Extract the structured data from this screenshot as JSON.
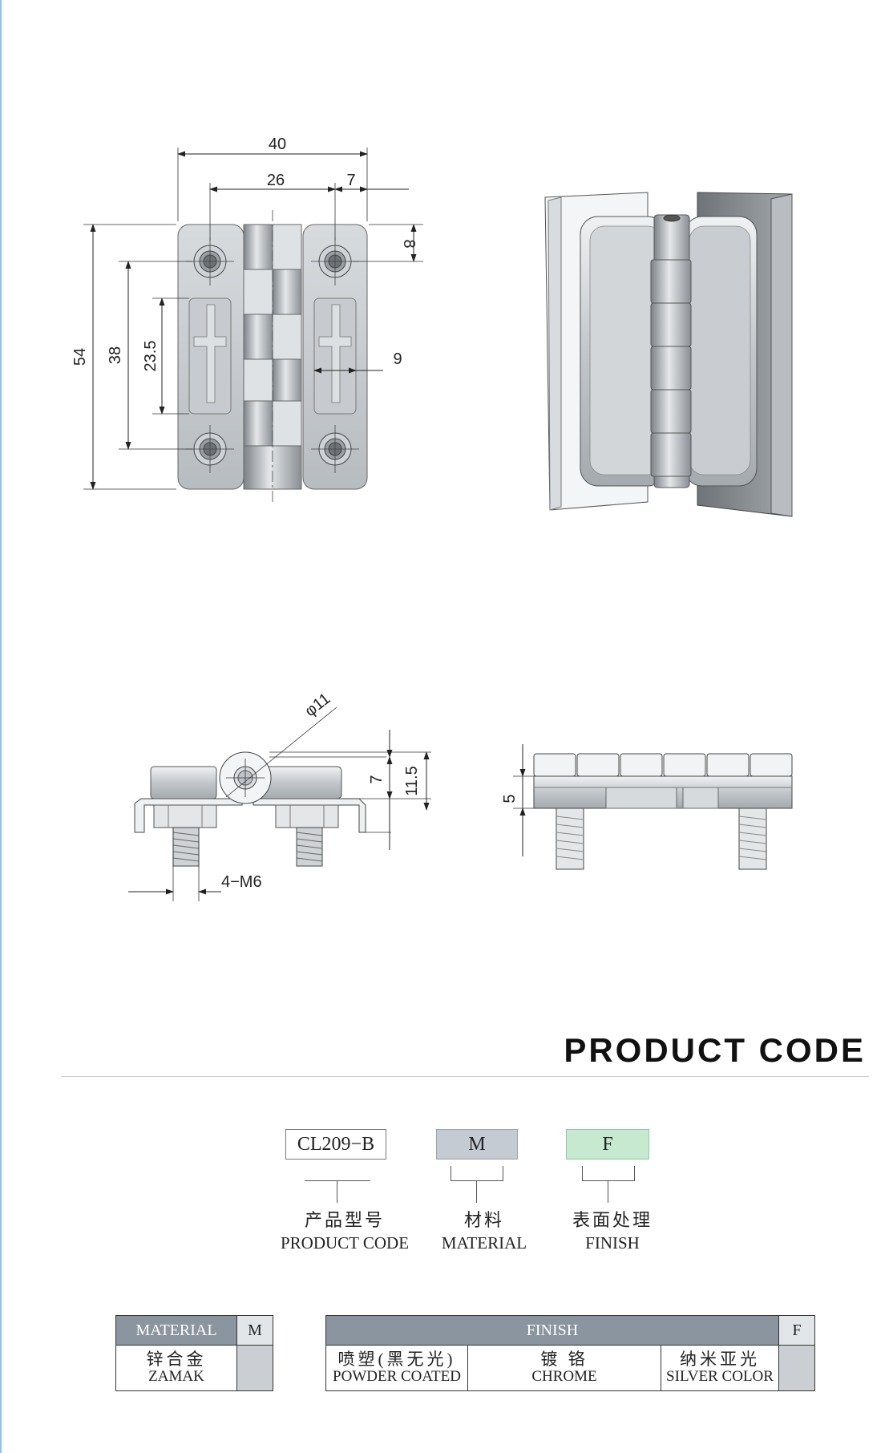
{
  "drawings": {
    "front_view": {
      "dim_width_total": "40",
      "dim_hole_spacing_x": "26",
      "dim_hole_offset_x": "7",
      "dim_hole_offset_y": "8",
      "dim_height_total": "54",
      "dim_hole_spacing_y": "38",
      "dim_slot_length": "23.5",
      "dim_slot_width": "9"
    },
    "side_view": {
      "dim_pin_diameter": "φ11",
      "dim_leaf_thickness": "7",
      "dim_knuckle_height": "11.5",
      "dim_thread": "4−M6"
    },
    "end_view": {
      "dim_base_thickness": "5"
    }
  },
  "product_code": {
    "heading": "PRODUCT CODE",
    "code": "CL209−B",
    "material_code": "M",
    "finish_code": "F",
    "labels": [
      {
        "cn": "产品型号",
        "en": "PRODUCT CODE"
      },
      {
        "cn": "材料",
        "en": "MATERIAL"
      },
      {
        "cn": "表面处理",
        "en": "FINISH"
      }
    ]
  },
  "material_table": {
    "header": "MATERIAL",
    "code": "M",
    "rows": [
      {
        "cn": "锌合金",
        "en": "ZAMAK"
      }
    ]
  },
  "finish_table": {
    "header": "FINISH",
    "code": "F",
    "options": [
      {
        "cn": "喷塑(黑无光)",
        "en": "POWDER COATED"
      },
      {
        "cn": "镀 铬",
        "en": "CHROME"
      },
      {
        "cn": "纳米亚光",
        "en": "SILVER COLOR"
      }
    ]
  },
  "colors": {
    "material_box": "#c4cbd2",
    "finish_box": "#c6e9cf",
    "table_header": "#8a959f"
  }
}
